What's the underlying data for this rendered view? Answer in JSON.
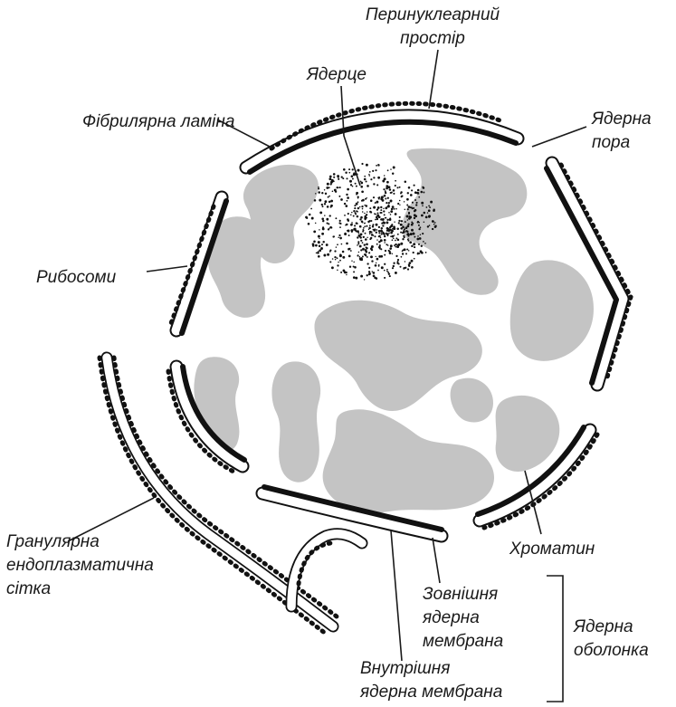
{
  "labels": {
    "perinuclear_space": [
      "Перинуклеарний",
      "простір"
    ],
    "nucleolus": "Ядерце",
    "fibrillar_lamina": "Фібрилярна ламіна",
    "nuclear_pore": [
      "Ядерна",
      "пора"
    ],
    "ribosomes": "Рибосоми",
    "granular_er": [
      "Гранулярна",
      "ендоплазматична",
      "сітка"
    ],
    "chromatin": "Хроматин",
    "outer_membrane": [
      "Зовнішня",
      "ядерна",
      "мембрана"
    ],
    "inner_membrane": [
      "Внутрішня",
      "ядерна мембрана"
    ],
    "nuclear_envelope": [
      "Ядерна",
      "оболонка"
    ]
  },
  "colors": {
    "line": "#111111",
    "chromatin": "#c4c4c4",
    "background": "#ffffff"
  }
}
